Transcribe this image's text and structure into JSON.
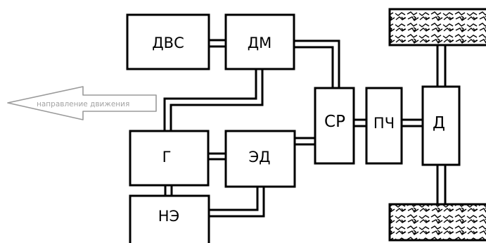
{
  "diagram": {
    "arrow": {
      "label": "направление движения"
    },
    "blocks": {
      "dvs": "ДВС",
      "dm": "ДМ",
      "g": "Г",
      "ed": "ЭД",
      "ne": "НЭ",
      "sr": "СР",
      "pch": "ПЧ",
      "d": "Д"
    }
  },
  "colors": {
    "line": "#000000",
    "arrow_stroke": "#9a9a9a",
    "arrow_text": "#a3a3a3",
    "background": "#ffffff"
  }
}
